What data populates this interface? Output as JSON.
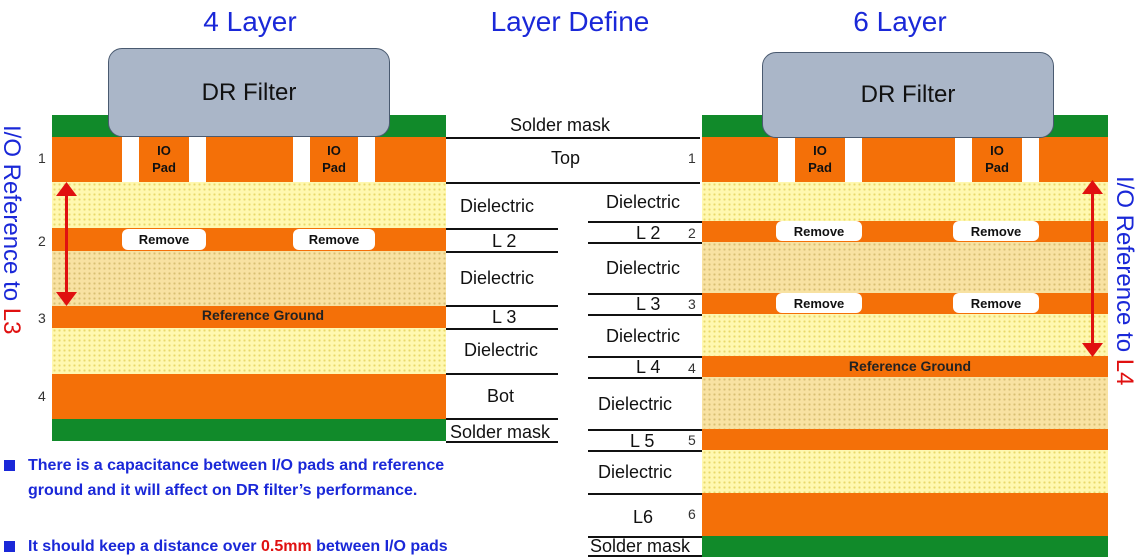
{
  "titles": {
    "left": "4 Layer",
    "center": "Layer Define",
    "right": "6 Layer"
  },
  "filter": {
    "label": "DR Filter"
  },
  "pad": {
    "line1": "IO",
    "line2": "Pad"
  },
  "remove_label": "Remove",
  "reference_ground": "Reference Ground",
  "left_side_text": {
    "main": "I/O Reference to ",
    "highlight": "L3"
  },
  "right_side_text": {
    "main": "I/O Reference to ",
    "highlight": "L4"
  },
  "four_layer_numbers": [
    "1",
    "2",
    "3",
    "4"
  ],
  "six_layer_numbers": [
    "1",
    "2",
    "3",
    "4",
    "5",
    "6"
  ],
  "four_layer_define": {
    "solder_mask_top": "Solder mask",
    "top": "Top",
    "dielectric": "Dielectric",
    "l2": "L 2",
    "l3": "L 3",
    "bot": "Bot",
    "solder_mask_bottom": "Solder mask"
  },
  "six_layer_define": {
    "dielectric": "Dielectric",
    "l2": "L 2",
    "l3": "L 3",
    "l4": "L 4",
    "l5": "L 5",
    "l6": "L6",
    "solder_mask_bottom": "Solder mask"
  },
  "bullets": [
    {
      "line1": "There is a capacitance between I/O pads and reference",
      "line2": "ground and it will affect on DR filter’s performance."
    },
    {
      "before": "It should keep a distance over ",
      "highlight": "0.5mm",
      "after": " between I/O pads"
    }
  ],
  "colors": {
    "title_blue": "#1a28d8",
    "copper": "#f47008",
    "mask_green": "#118a2a",
    "dielectric": "#fff8b0",
    "highlight_red": "#e01010",
    "filter_gray": "#aab6c8"
  }
}
